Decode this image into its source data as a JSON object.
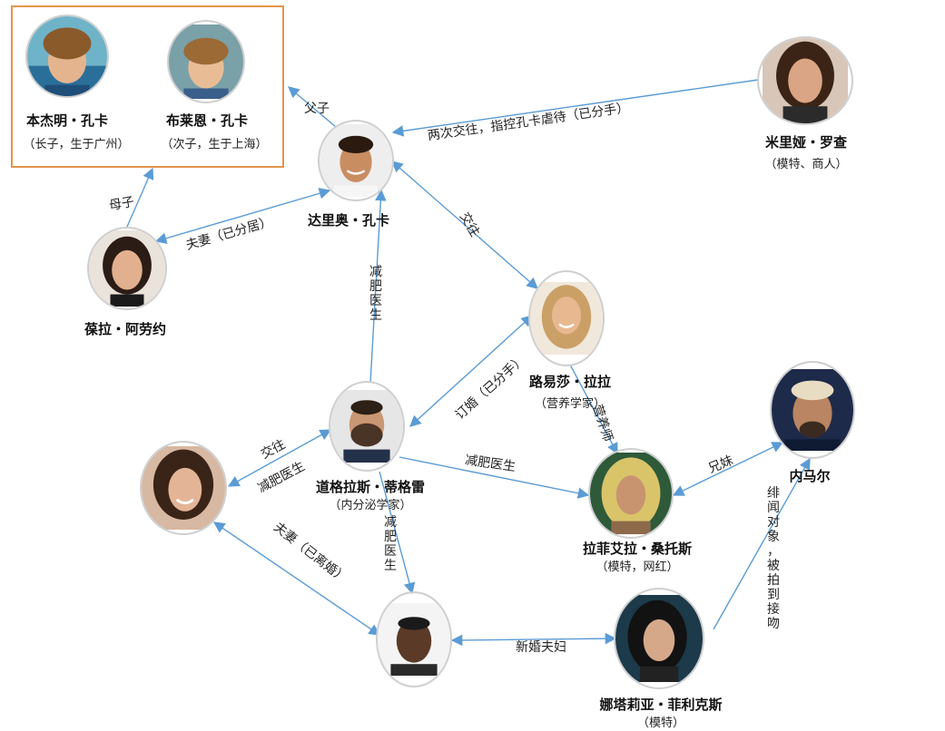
{
  "people": {
    "benjamin": {
      "name": "本杰明・孔卡",
      "note": "（长子，生于广州）"
    },
    "brian": {
      "name": "布莱恩・孔卡",
      "note": "（次子，生于上海）"
    },
    "dario": {
      "name": "达里奥・孔卡",
      "note": ""
    },
    "miriam": {
      "name": "米里娅・罗查",
      "note": "（模特、商人）"
    },
    "debora": {
      "name": "葆拉・阿劳约",
      "note": ""
    },
    "luisa": {
      "name": "路易莎・拉拉",
      "note": "（营养学家）"
    },
    "douglas": {
      "name": "道格拉斯・蒂格雷",
      "note": "（内分泌学家）"
    },
    "neymar": {
      "name": "内马尔",
      "note": ""
    },
    "rafaella": {
      "name": "拉菲艾拉・桑托斯",
      "note": "（模特，网红）"
    },
    "woman_left": {
      "name": "",
      "note": ""
    },
    "douglas_costa": {
      "name": "",
      "note": ""
    },
    "natalia": {
      "name": "娜塔莉亚・菲利克斯",
      "note": "（模特）"
    }
  },
  "edges": {
    "father_son": "父子",
    "mother_son": "母子",
    "spouse_separated": "夫妻（已分居）",
    "dated_twice": "两次交往，指控孔卡虐待（已分手）",
    "dating": "交往",
    "diet_doctor_vertical": "减肥医生",
    "engaged": "订婚（已分手）",
    "nutritionist": "营养师",
    "siblings": "兄妹",
    "dated_and_doctor_line1": "交往",
    "dated_and_doctor_line2": "减肥医生",
    "diet_doctor_right": "减肥医生",
    "diet_doctor_down": "减肥医生",
    "divorced": "夫妻（已离婚）",
    "newlyweds": "新婚夫妇",
    "scandal": "绯闻对象，被拍到接吻"
  },
  "colors": {
    "edge": "#5b9bd5",
    "family_box": "#e3954a"
  }
}
